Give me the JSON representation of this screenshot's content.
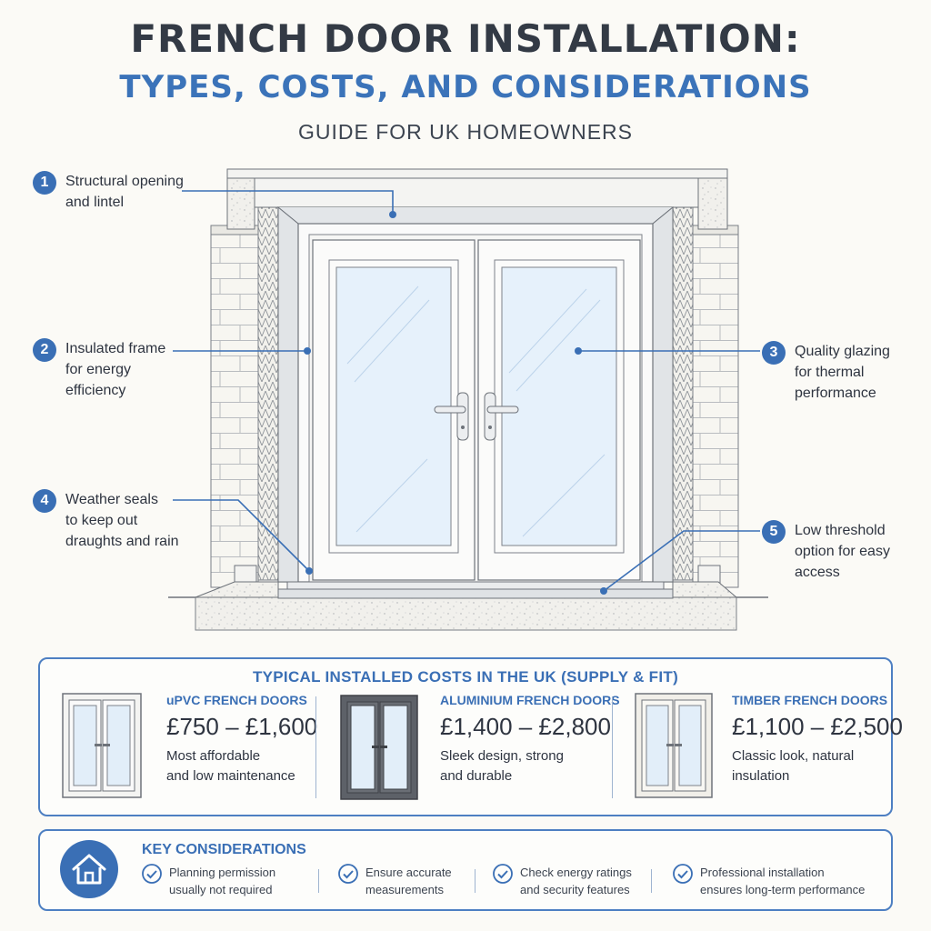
{
  "header": {
    "title_line1": "FRENCH DOOR INSTALLATION:",
    "title_line2": "TYPES, COSTS, AND CONSIDERATIONS",
    "subtitle": "GUIDE FOR UK HOMEOWNERS"
  },
  "callouts": [
    {
      "number": "1",
      "lines": [
        "Structural opening",
        "and lintel"
      ]
    },
    {
      "number": "2",
      "lines": [
        "Insulated frame",
        "for energy",
        "efficiency"
      ]
    },
    {
      "number": "3",
      "lines": [
        "Quality glazing",
        "for thermal",
        "performance"
      ]
    },
    {
      "number": "4",
      "lines": [
        "Weather seals",
        "to keep out",
        "draughts and rain"
      ]
    },
    {
      "number": "5",
      "lines": [
        "Low threshold",
        "option for easy",
        "access"
      ]
    }
  ],
  "costs": {
    "title": "TYPICAL INSTALLED COSTS IN THE UK (SUPPLY & FIT)",
    "items": [
      {
        "name": "uPVC FRENCH DOORS",
        "price": "£750 – £1,600",
        "desc": [
          "Most affordable",
          "and low maintenance"
        ],
        "frame_color": "#f4f4f2"
      },
      {
        "name": "ALUMINIUM FRENCH DOORS",
        "price": "£1,400 – £2,800",
        "desc": [
          "Sleek design, strong",
          "and durable"
        ],
        "frame_color": "#5d6168"
      },
      {
        "name": "TIMBER FRENCH DOORS",
        "price": "£1,100 – £2,500",
        "desc": [
          "Classic look, natural",
          "insulation"
        ],
        "frame_color": "#f1efe9"
      }
    ]
  },
  "considerations": {
    "title": "KEY CONSIDERATIONS",
    "icon": "house-icon",
    "items": [
      {
        "lines": [
          "Planning permission",
          "usually not required"
        ],
        "icon": "check-circle-icon"
      },
      {
        "lines": [
          "Ensure accurate",
          "measurements"
        ],
        "icon": "check-circle-icon"
      },
      {
        "lines": [
          "Check energy ratings",
          "and security features"
        ],
        "icon": "check-circle-icon"
      },
      {
        "lines": [
          "Professional installation",
          "ensures long-term performance"
        ],
        "icon": "check-circle-icon"
      }
    ]
  },
  "colors": {
    "accent": "#3a6fb5",
    "title": "#333a45",
    "glass": "#e6f1fb"
  }
}
